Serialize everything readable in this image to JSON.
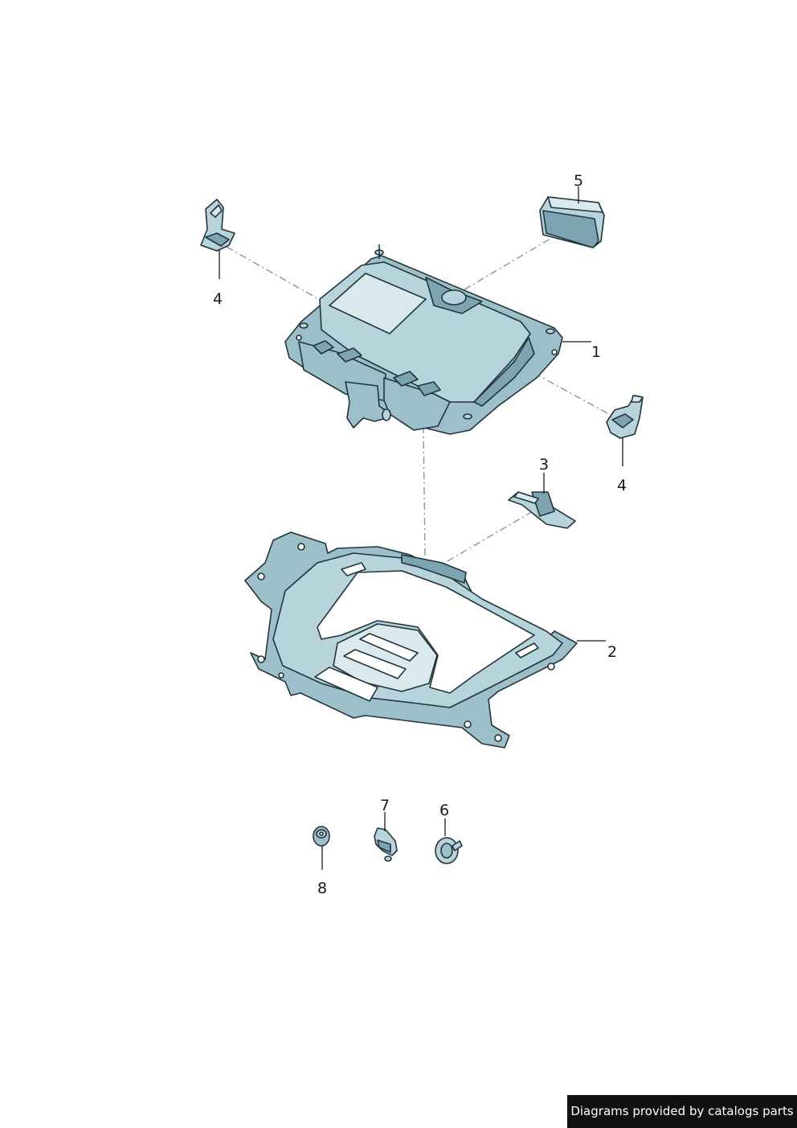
{
  "callouts": [
    {
      "id": "1",
      "label": "1"
    },
    {
      "id": "2",
      "label": "2"
    },
    {
      "id": "3",
      "label": "3"
    },
    {
      "id": "4a",
      "label": "4"
    },
    {
      "id": "4b",
      "label": "4"
    },
    {
      "id": "5",
      "label": "5"
    },
    {
      "id": "6",
      "label": "6"
    },
    {
      "id": "7",
      "label": "7"
    },
    {
      "id": "8",
      "label": "8"
    }
  ],
  "credit": "Diagrams provided by catalogs parts",
  "colors": {
    "part_fill_light": "#b7d3dc",
    "part_fill_mid": "#9cbfca",
    "part_fill_dark": "#7ea4b1",
    "outline": "#23343b",
    "credit_background": "#111111",
    "credit_text": "#ffffff"
  }
}
